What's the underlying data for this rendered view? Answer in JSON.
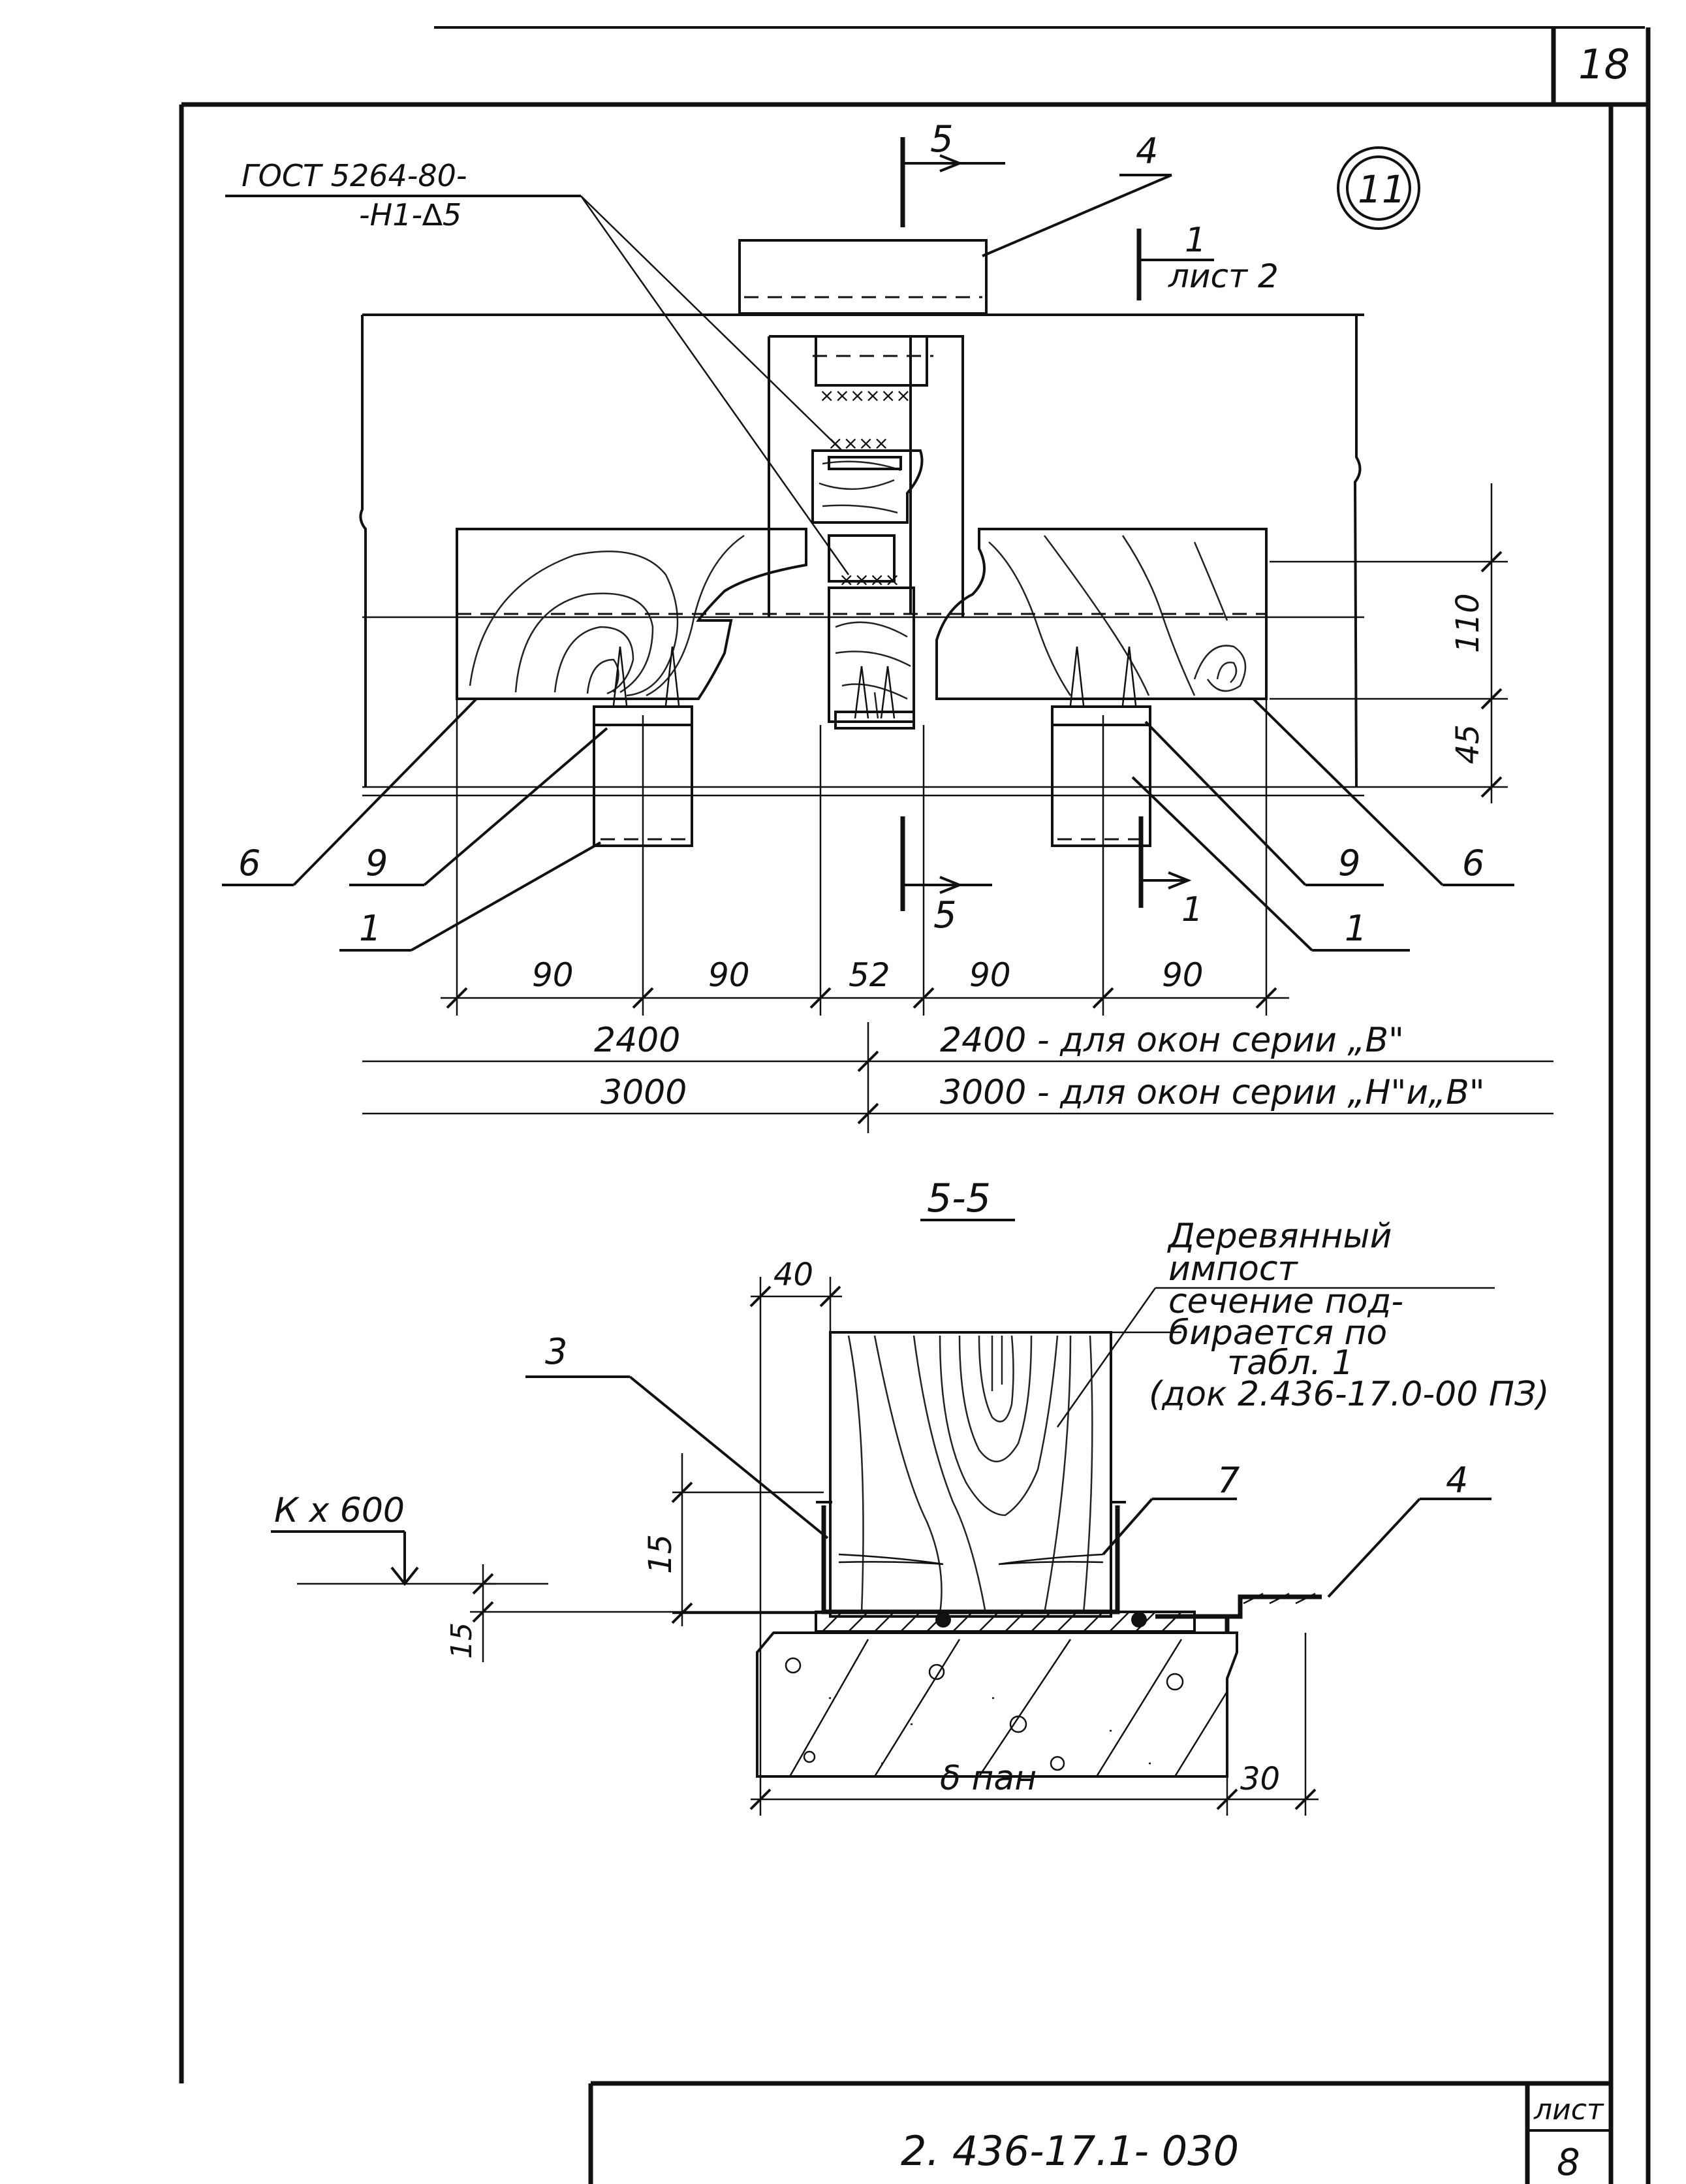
{
  "sheet": {
    "page_number": "18",
    "document_code": "2. 436-17.1- 030",
    "list_label": "лист",
    "list_number": "8"
  },
  "top_detail": {
    "detail_number": "11",
    "gost_line1": "ГОСТ 5264-80-",
    "gost_line2": "-Н1-∆5",
    "section_label": "5",
    "section_ref_number": "1",
    "section_ref_sheet": "лист 2",
    "callouts": [
      "4",
      "6",
      "9",
      "1",
      "9",
      "6",
      "1"
    ],
    "dims_vertical": [
      "110",
      "45"
    ],
    "dims_horizontal": [
      "90",
      "90",
      "52",
      "90",
      "90"
    ],
    "span_notes": [
      {
        "value": "2400",
        "note": "2400 - для окон серии „В\""
      },
      {
        "value": "3000",
        "note": "3000 - для окон серии „Н\"и„В\""
      }
    ]
  },
  "section_detail": {
    "title": "5-5",
    "note_lines": [
      "Деревянный",
      "импост",
      "сечение под-",
      "бирается по",
      "табл. 1",
      "(док 2.436-17.0-00 ПЗ)"
    ],
    "callouts": [
      "3",
      "7",
      "4"
    ],
    "level_label": "К х 600",
    "dims": {
      "top": "40",
      "vertical": "15",
      "small": "15",
      "bottom_width": "δ пан",
      "bottom_right": "30"
    }
  }
}
